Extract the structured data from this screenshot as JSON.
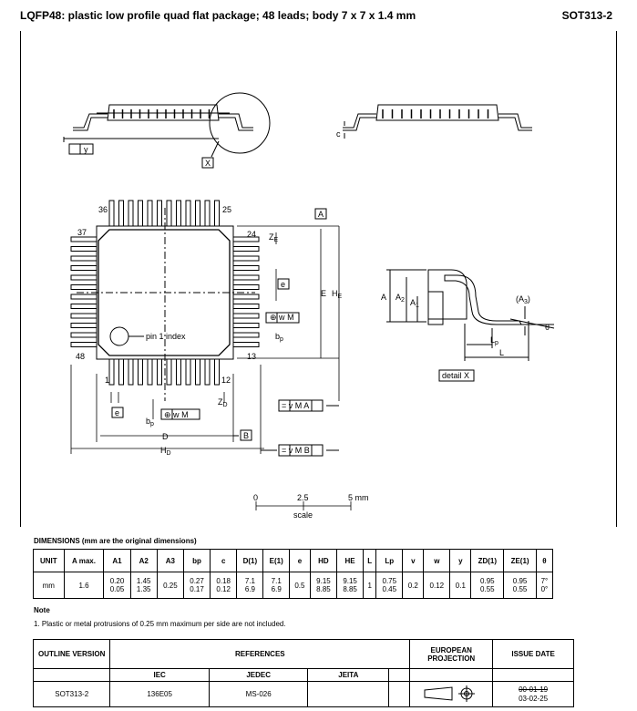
{
  "header": {
    "title": "LQFP48: plastic low profile quad flat package; 48 leads; body 7 x 7 x 1.4 mm",
    "code": "SOT313-2"
  },
  "drawing": {
    "pin_labels": {
      "p36": "36",
      "p25": "25",
      "p37": "37",
      "p24": "24",
      "p48": "48",
      "p13": "13",
      "p1": "1",
      "p12": "12"
    },
    "pin1_index": "pin 1 index",
    "refs": {
      "X": "X",
      "A": "A",
      "B": "B",
      "y": "y",
      "e": "e",
      "c": "c",
      "detail": "detail X"
    },
    "dims": {
      "E": "E",
      "HE": "H",
      "HE_sub": "E",
      "ZE": "Z",
      "ZE_sub": "E",
      "bp": "b",
      "bp_sub": "p",
      "D": "D",
      "HD": "H",
      "HD_sub": "D",
      "ZD": "Z",
      "ZD_sub": "D",
      "A": "A",
      "A1": "A",
      "A1_sub": "1",
      "A2": "A",
      "A2_sub": "2",
      "A3": "(A",
      "A3_sub": "3",
      "A3_close": ")",
      "Lp": "L",
      "Lp_sub": "p",
      "L": "L",
      "theta": "θ"
    },
    "frame_v": "v",
    "frame_w": "w",
    "frame_M": "M",
    "scale": {
      "s0": "0",
      "s1": "2.5",
      "s2": "5 mm",
      "label": "scale"
    }
  },
  "dimensions": {
    "title": "DIMENSIONS (mm are the original dimensions)",
    "headers": [
      "UNIT",
      "A max.",
      "A1",
      "A2",
      "A3",
      "bp",
      "c",
      "D(1)",
      "E(1)",
      "e",
      "HD",
      "HE",
      "L",
      "Lp",
      "v",
      "w",
      "y",
      "ZD(1)",
      "ZE(1)",
      "θ"
    ],
    "row": {
      "unit": "mm",
      "A": "1.6",
      "A1": [
        "0.20",
        "0.05"
      ],
      "A2": [
        "1.45",
        "1.35"
      ],
      "A3": "0.25",
      "bp": [
        "0.27",
        "0.17"
      ],
      "c": [
        "0.18",
        "0.12"
      ],
      "D": [
        "7.1",
        "6.9"
      ],
      "E": [
        "7.1",
        "6.9"
      ],
      "e": "0.5",
      "HD": [
        "9.15",
        "8.85"
      ],
      "HE": [
        "9.15",
        "8.85"
      ],
      "L": "1",
      "Lp": [
        "0.75",
        "0.45"
      ],
      "v": "0.2",
      "w": "0.12",
      "y": "0.1",
      "ZD": [
        "0.95",
        "0.55"
      ],
      "ZE": [
        "0.95",
        "0.55"
      ],
      "theta": [
        "7°",
        "0°"
      ]
    }
  },
  "note": {
    "title": "Note",
    "text": "1. Plastic or metal protrusions of 0.25 mm maximum per side are not included."
  },
  "references": {
    "outline_version": "OUTLINE VERSION",
    "references": "REFERENCES",
    "iec": "IEC",
    "jedec": "JEDEC",
    "jeita": "JEITA",
    "european_projection": "EUROPEAN PROJECTION",
    "issue_date": "ISSUE DATE",
    "row": {
      "outline": "SOT313-2",
      "iec": "136E05",
      "jedec": "MS-026",
      "jeita": "",
      "date_old": "00-01-19",
      "date_new": "03-02-25"
    }
  }
}
